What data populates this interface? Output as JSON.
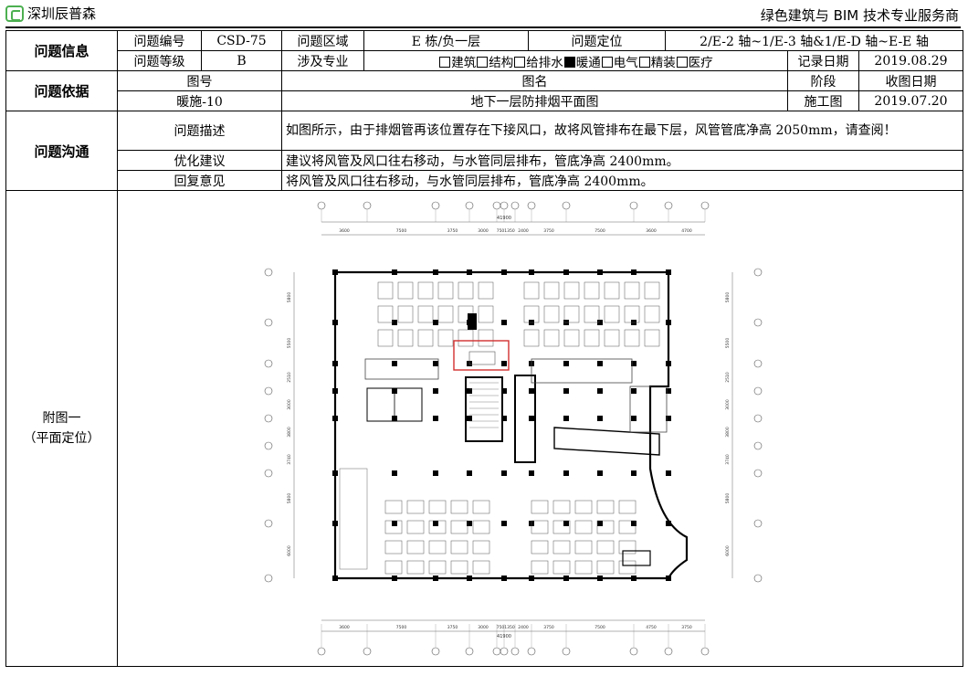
{
  "header": {
    "company": "深圳辰普森",
    "slogan": "绿色建筑与 BIM 技术专业服务商"
  },
  "problem_info": {
    "section": "问题信息",
    "number_label": "问题编号",
    "number_value": "CSD-75",
    "area_label": "问题区域",
    "area_value": "E 栋/负一层",
    "location_label": "问题定位",
    "location_value": "2/E-2 轴~1/E-3 轴&1/E-D 轴~E-E 轴",
    "level_label": "问题等级",
    "level_value": "B",
    "discipline_label": "涉及专业",
    "disciplines": [
      {
        "name": "建筑",
        "checked": false
      },
      {
        "name": "结构",
        "checked": false
      },
      {
        "name": "给排水",
        "checked": false
      },
      {
        "name": "暖通",
        "checked": true
      },
      {
        "name": "电气",
        "checked": false
      },
      {
        "name": "精装",
        "checked": false
      },
      {
        "name": "医疗",
        "checked": false
      }
    ],
    "record_date_label": "记录日期",
    "record_date_value": "2019.08.29"
  },
  "problem_basis": {
    "section": "问题依据",
    "drawing_no_label": "图号",
    "drawing_name_label": "图名",
    "stage_label": "阶段",
    "receive_date_label": "收图日期",
    "drawing_no_value": "暖施-10",
    "drawing_name_value": "地下一层防排烟平面图",
    "stage_value": "施工图",
    "receive_date_value": "2019.07.20"
  },
  "communication": {
    "section": "问题沟通",
    "description_label": "问题描述",
    "description_text": "如图所示，由于排烟管再该位置存在下接风口，故将风管排布在最下层，风管管底净高 2050mm，请查阅！",
    "suggestion_label": "优化建议",
    "suggestion_text": "建议将风管及风口往右移动，与水管同层排布，管底净高 2400mm。",
    "reply_label": "回复意见",
    "reply_text": "将风管及风口往右移动，与水管同层排布，管底净高 2400mm。"
  },
  "attachment": {
    "label_line1": "附图一",
    "label_line2": "（平面定位）",
    "top_dims": [
      "3600",
      "7500",
      "3750",
      "3000",
      "750",
      "1350",
      "2400",
      "3750",
      "7500",
      "3600",
      "4700"
    ],
    "bottom_dims": [
      "3600",
      "7500",
      "3750",
      "3000",
      "750",
      "1350",
      "2400",
      "3750",
      "7500",
      "4750",
      "3750"
    ],
    "total_dim": "41900",
    "left_dims": [
      "5800",
      "5500",
      "2510",
      "3000",
      "3800",
      "3740",
      "5800",
      "6000"
    ],
    "highlight_color": "#d32f2f"
  }
}
